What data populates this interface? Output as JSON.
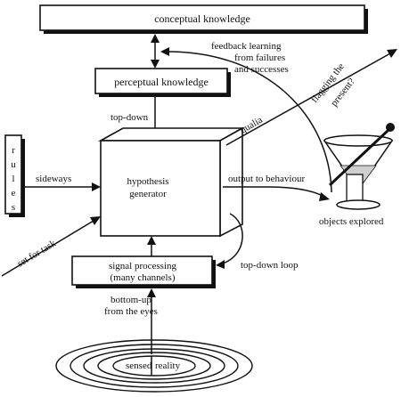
{
  "diagram": {
    "boxes": {
      "conceptual": "conceptual knowledge",
      "perceptual": "perceptual knowledge",
      "hypothesis_line1": "hypothesis",
      "hypothesis_line2": "generator",
      "signal_line1": "signal processing",
      "signal_line2": "(many channels)",
      "rules_letters": [
        "r",
        "u",
        "l",
        "e",
        "s"
      ]
    },
    "labels": {
      "top_down": "top-down",
      "sideways": "sideways",
      "set_for_task": "set for task",
      "qualia": "qualia",
      "flagging_line1": "flagging the",
      "flagging_line2": "present?",
      "feedback_line1": "feedback learning",
      "feedback_line2": "from failures",
      "feedback_line3": "and successes",
      "output": "output to behaviour",
      "objects": "objects explored",
      "top_down_loop": "top-down loop",
      "bottom_up_line1": "bottom-up",
      "bottom_up_line2": "from the eyes",
      "sensed": "sensed",
      "reality": "reality"
    }
  }
}
